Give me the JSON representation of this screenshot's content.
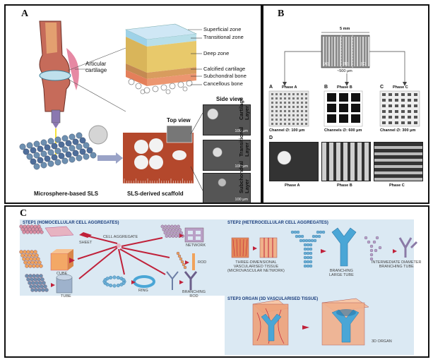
{
  "panels": {
    "a": {
      "label": "A",
      "articular_cartilage": "Articular\ncartilage",
      "zones": [
        "Superficial zone",
        "Transitional zone",
        "Deep zone",
        "Calcified cartilage",
        "Subchondral bone",
        "Cancellous bone"
      ],
      "side_view": "Side view",
      "top_view": "Top view",
      "layers": [
        "Cartilage Layer",
        "Transitional Layer",
        "Subchondral Layer"
      ],
      "scale_bars": [
        "100 μm",
        "100 μm",
        "100 μm"
      ],
      "caption_left": "Microsphere-based SLS",
      "caption_right": "SLS-derived scaffold"
    },
    "b": {
      "label": "B",
      "scale": "5 mm",
      "phase_marks": [
        "[A]",
        "[B]",
        "[C]"
      ],
      "scale_small": "~500 μm",
      "phases": [
        {
          "letter": "A",
          "title": "Phase A",
          "channel": "Channel ∅: 100 μm"
        },
        {
          "letter": "B",
          "title": "Phase B",
          "channel": "Channels ∅: 600 μm"
        },
        {
          "letter": "C",
          "title": "Phase C",
          "channel": "Channel ∅: 300 μm"
        }
      ],
      "row_d_letter": "D",
      "row_d": [
        "Phase A",
        "Phase B",
        "Phase C"
      ]
    },
    "c": {
      "label": "C",
      "step1": "STEP1 (HOMOCELLULAR CELL AGGREGATES)",
      "cell_aggregate": "CELL AGGREGATE",
      "sheet": "SHEET",
      "cube": "CUBE",
      "tube": "TUBE",
      "ring": "RING",
      "network": "NETWORK",
      "rod": "ROD",
      "branching_rod": "BRANCHING\nROD",
      "step2": "STEP2 (HETEROCELLULAR CELL AGGREGATES)",
      "vascularised": "THREE-DIMENSIONAL\nVASCULARISED TISSUE\n(MICROVASCULAR NETWORK)",
      "branching_large": "BRANCHING\nLARGE TUBE",
      "intermediate": "INTERMEDIATE DIAMETER\nBRANCHING TUBE",
      "step3": "STEP3 ORGAN (3D VASCULARISED TISSUE)",
      "organ": "3D ORGAN"
    }
  },
  "colors": {
    "border": "#111111",
    "panel_c_bg": "#dbe9f3",
    "arrow_red": "#c0213a",
    "bead_pink": "#d98fa3",
    "bead_orange": "#f0a25b",
    "bead_blue": "#6d8fb0",
    "tube_blue": "#4aa6d6",
    "tissue_orange": "#e48a5a"
  }
}
